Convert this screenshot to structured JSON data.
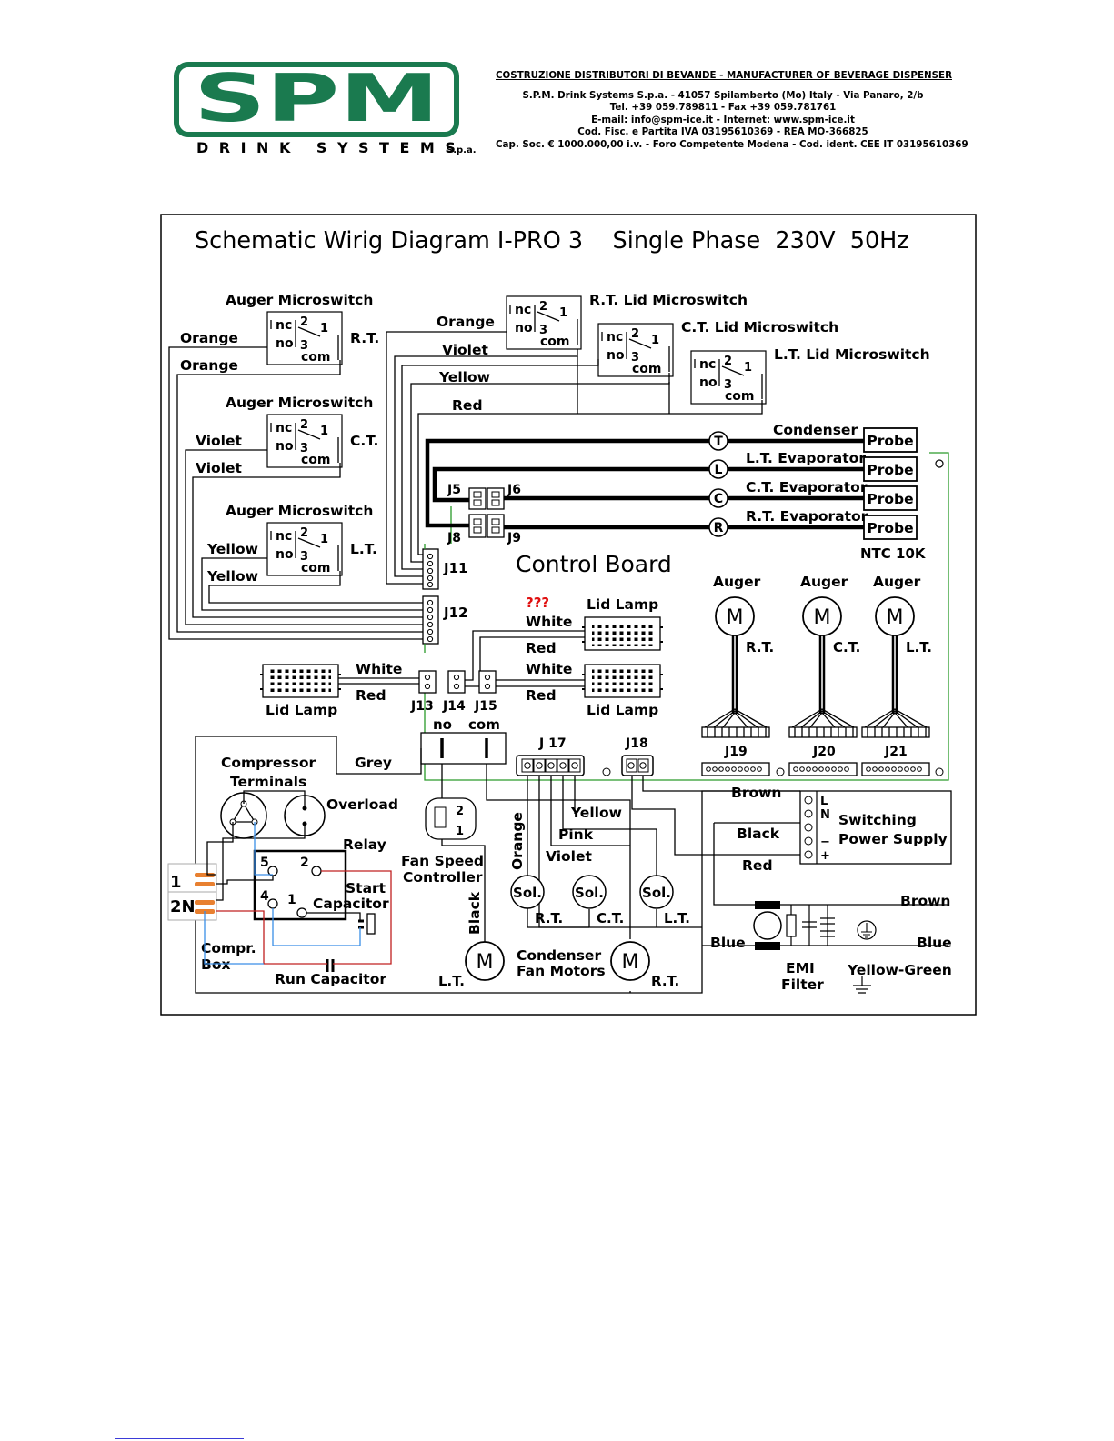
{
  "colors": {
    "brand_green": "#1a7a4f",
    "frame": "#000000",
    "wire_green": "#2a9a2a",
    "wire_blue": "#3a8ee6",
    "wire_red": "#c02020",
    "terminal_orange": "#e88030",
    "question_red": "#e01010"
  },
  "logo": {
    "mark": "SPM",
    "subline": "DRINK SYSTEMS",
    "suffix": "S.p.a."
  },
  "header": {
    "tagline": "COSTRUZIONE DISTRIBUTORI DI BEVANDE - MANUFACTURER OF BEVERAGE DISPENSER",
    "lines": [
      "S.P.M. Drink Systems S.p.a. - 41057 Spilamberto (Mo) Italy - Via Panaro, 2/b",
      "Tel. +39 059.789811 - Fax +39 059.781761",
      "E-mail: info@spm-ice.it - Internet: www.spm-ice.it",
      "Cod. Fisc. e Partita IVA 03195610369 - REA MO-366825",
      "Cap. Soc. € 1000.000,00 i.v. - Foro Competente Modena - Cod. ident. CEE IT 03195610369"
    ]
  },
  "diagram": {
    "title": "Schematic Wirig Diagram I-PRO 3    Single Phase  230V  50Hz",
    "control_board": "Control Board",
    "auger_switch": "Auger Microswitch",
    "rt": "R.T.",
    "ct": "C.T.",
    "lt": "L.T.",
    "rt_lid": "R.T. Lid Microswitch",
    "ct_lid": "C.T. Lid Microswitch",
    "lt_lid": "L.T. Lid Microswitch",
    "nc": "nc",
    "no": "no",
    "com": "com",
    "pin1": "1",
    "pin2": "2",
    "pin3": "3",
    "orange": "Orange",
    "violet": "Violet",
    "yellow": "Yellow",
    "red": "Red",
    "white": "White",
    "grey": "Grey",
    "brown": "Brown",
    "black": "Black",
    "pink": "Pink",
    "blue": "Blue",
    "yellow_green": "Yellow-Green",
    "condenser": "Condenser",
    "lt_evap": "L.T. Evaporator",
    "ct_evap": "C.T. Evaporator",
    "rt_evap": "R.T. Evaporator",
    "probe": "Probe",
    "ntc": "NTC 10K",
    "sensor_t": "T",
    "sensor_l": "L",
    "sensor_c": "C",
    "sensor_r": "R",
    "j5": "J5",
    "j6": "J6",
    "j8": "J8",
    "j9": "J9",
    "j11": "J11",
    "j12": "J12",
    "j13": "J13",
    "j14": "J14",
    "j15": "J15",
    "j17": "J 17",
    "j18": "J18",
    "j19": "J19",
    "j20": "J20",
    "j21": "J21",
    "auger": "Auger",
    "motor": "M",
    "lid_lamp": "Lid Lamp",
    "question": "???",
    "relay_no": "no",
    "relay_com": "com",
    "comp_terminals_1": "Compressor",
    "comp_terminals_2": "Terminals",
    "overload": "Overload",
    "relay": "Relay",
    "start_cap_1": "Start",
    "start_cap_2": "Capacitor",
    "run_cap": "Run Capacitor",
    "comp_box_1": "Compr.",
    "comp_box_2": "Box",
    "box_pin_1": "1",
    "box_pin_2n": "2N",
    "relay_pin_5": "5",
    "relay_pin_2": "2",
    "relay_pin_4": "4",
    "relay_pin_1": "1",
    "fan_speed_1": "Fan Speed",
    "fan_speed_2": "Controller",
    "fs_pin_1": "1",
    "fs_pin_2": "2",
    "sol": "Sol.",
    "cond_fan_1": "Condenser",
    "cond_fan_2": "Fan Motors",
    "psu_1": "Switching",
    "psu_2": "Power Supply",
    "psu_l": "L",
    "psu_n": "N",
    "psu_minus": "−",
    "psu_plus": "+",
    "emi_1": "EMI",
    "emi_2": "Filter"
  }
}
